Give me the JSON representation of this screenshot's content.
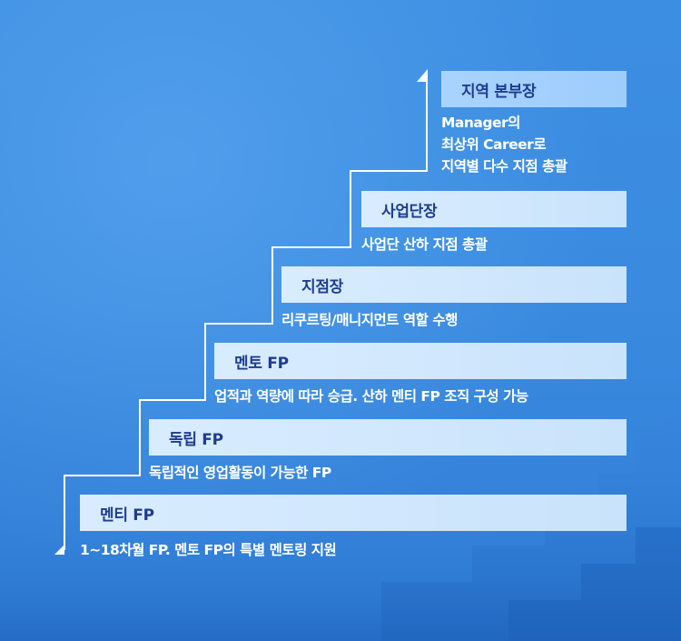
{
  "levels": [
    {
      "title": "멘티 FP",
      "desc": [
        "1~18차월 FP. 멘토 FP의 특별 멘토링 지원"
      ]
    },
    {
      "title": "독립 FP",
      "desc": [
        "독립적인 영업활동이 가능한 FP"
      ]
    },
    {
      "title": "멘토 FP",
      "desc": [
        "업적과 역량에 따라 승급. 산하 멘티 FP 조직 구성 가능"
      ]
    },
    {
      "title": "지점장",
      "desc": [
        "리쿠르팅/매니지먼트 역할 수행"
      ]
    },
    {
      "title": "사업단장",
      "desc": [
        "사업단 산하 지점 총괄"
      ]
    },
    {
      "title": "지역 본부장",
      "desc": [
        "Manager의",
        "최상위 Career로",
        "지역별 다수 지점 총괄"
      ]
    }
  ],
  "colors": {
    "bar": "#d9ecff",
    "bar_top": "#a9d3ff",
    "bar_text": "#1e3d8f",
    "line": "#ffffff",
    "background": "#3a8be0"
  }
}
